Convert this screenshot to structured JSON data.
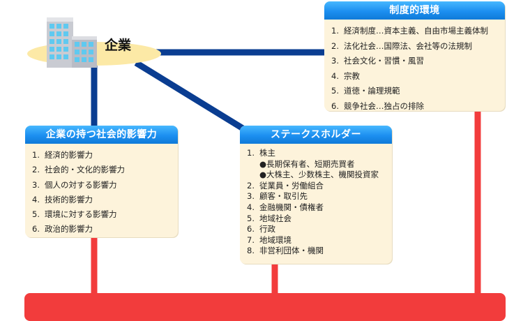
{
  "company": {
    "label": "企業"
  },
  "system_env": {
    "title": "制度的環境",
    "items": [
      {
        "num": "1.",
        "text": "経済制度…資本主義、自由市場主義体制"
      },
      {
        "num": "2.",
        "text": "法化社会…国際法、会社等の法規制"
      },
      {
        "num": "3.",
        "text": "社会文化・習慣・風習"
      },
      {
        "num": "4.",
        "text": "宗教"
      },
      {
        "num": "5.",
        "text": "道徳・論理規範"
      },
      {
        "num": "6.",
        "text": "競争社会…独占の排除"
      }
    ]
  },
  "social_influence": {
    "title": "企業の持つ社会的影響力",
    "items": [
      {
        "num": "1.",
        "text": "経済的影響力"
      },
      {
        "num": "2.",
        "text": "社会的・文化的影響力"
      },
      {
        "num": "3.",
        "text": "個人の対する影響力"
      },
      {
        "num": "4.",
        "text": "技術的影響力"
      },
      {
        "num": "5.",
        "text": "環境に対する影響力"
      },
      {
        "num": "6.",
        "text": "政治的影響力"
      }
    ]
  },
  "stakeholders": {
    "title": "ステークスホルダー",
    "item1": {
      "num": "1.",
      "text": "株主"
    },
    "sub1": "●長期保有者、短期売買者",
    "sub2": "●大株主、少数株主、機関投資家",
    "items": [
      {
        "num": "2.",
        "text": "従業員・労働組合"
      },
      {
        "num": "3.",
        "text": "顧客・取引先"
      },
      {
        "num": "4.",
        "text": "金融機関・債権者"
      },
      {
        "num": "5.",
        "text": "地域社会"
      },
      {
        "num": "6.",
        "text": "行政"
      },
      {
        "num": "7.",
        "text": "地域環境"
      },
      {
        "num": "8.",
        "text": "非営利団体・機関"
      }
    ]
  },
  "colors": {
    "blue_line": "#0a3d91",
    "red_line": "#f23c3c",
    "box_bg": "#fdf3db",
    "header": "#1c8ff0",
    "ellipse": "#fce9a6"
  },
  "icons": {
    "company": "office-building-icon"
  }
}
